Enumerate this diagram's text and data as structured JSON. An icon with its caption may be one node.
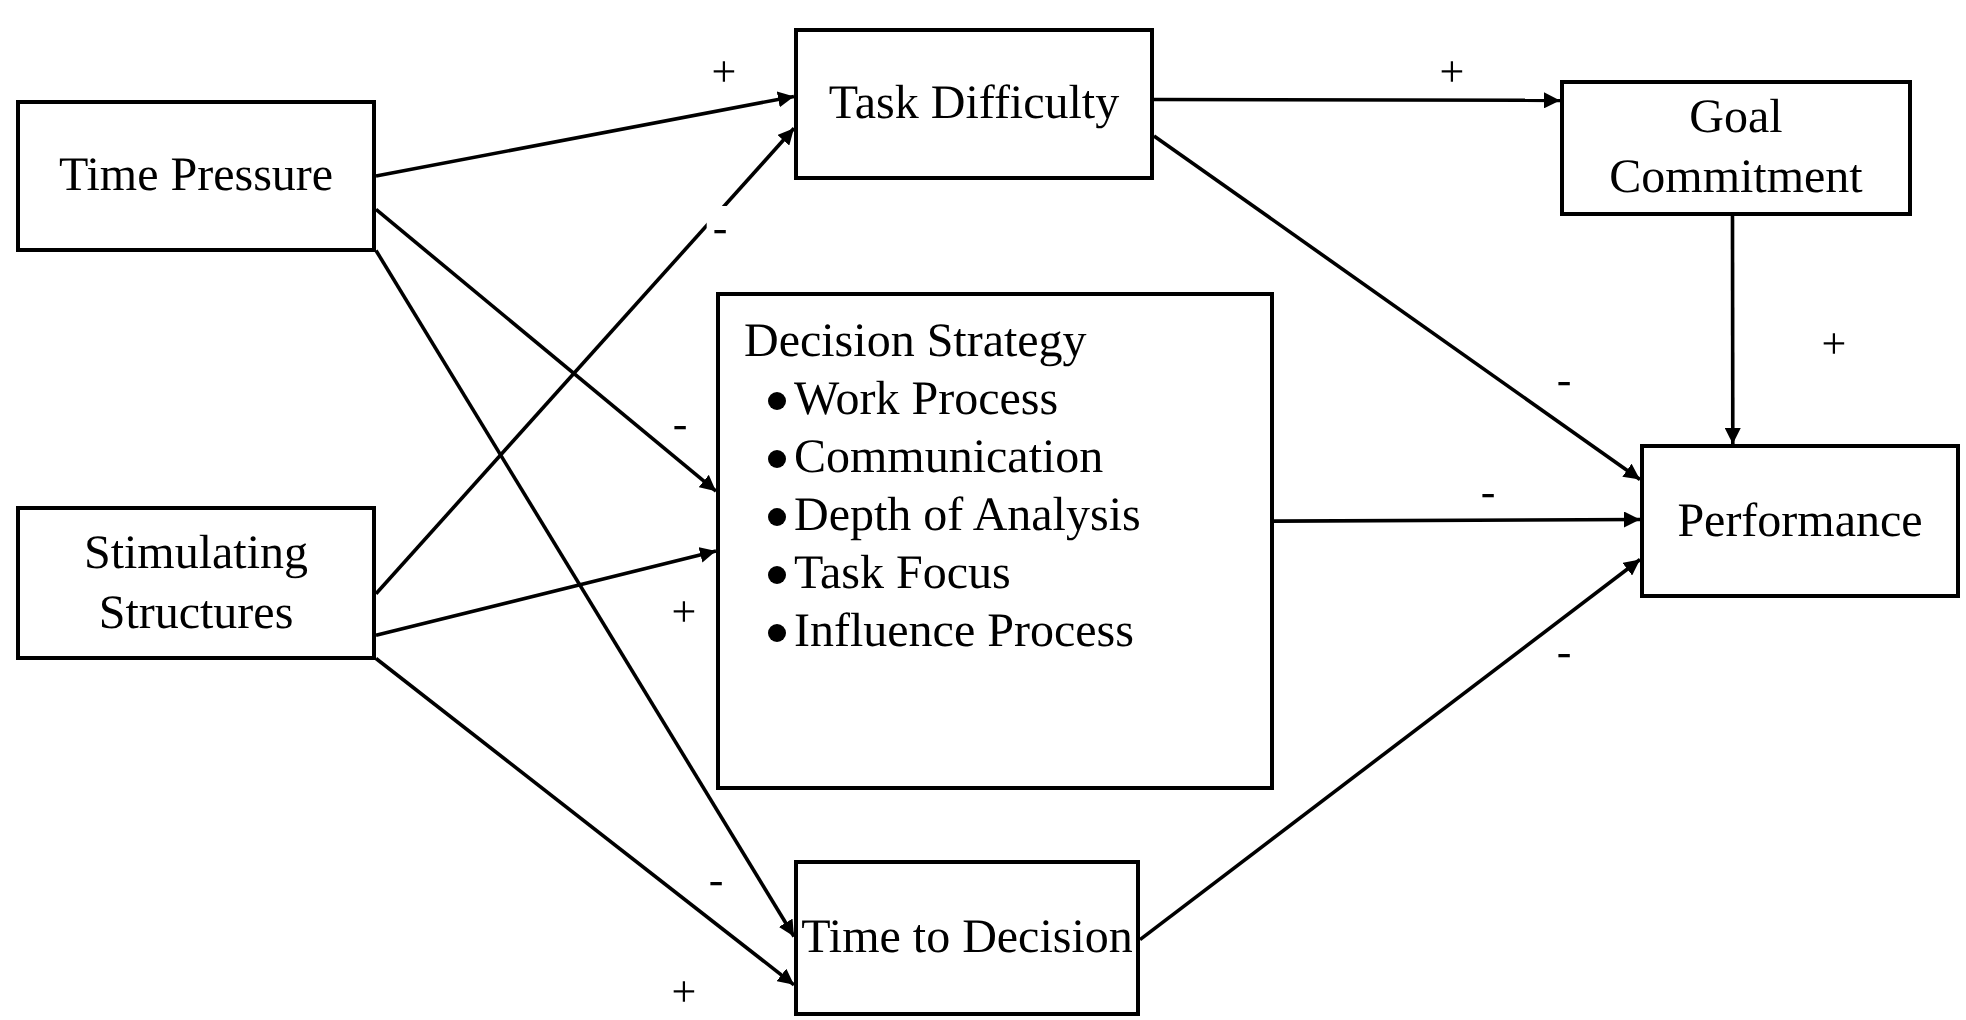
{
  "diagram": {
    "nodes": [
      {
        "text": [
          "Time Pressure"
        ]
      },
      {
        "text": [
          "Stimulating Structures"
        ]
      },
      {
        "text": [
          "Task Difficulty"
        ]
      },
      {
        "text": [
          "Decision Strategy",
          "Work Process",
          "Communication",
          "Depth of Analysis",
          "Task Focus",
          "Influence Process"
        ]
      },
      {
        "text": [
          "Time to Decision"
        ]
      },
      {
        "text": [
          "Goal Commitment"
        ]
      },
      {
        "text": [
          "Performance"
        ]
      }
    ],
    "edges": [
      {
        "from": 0,
        "to": 2,
        "arrow": "to",
        "label": "+"
      },
      {
        "from": 0,
        "to": 3,
        "arrow": "to",
        "label": "-"
      },
      {
        "from": 0,
        "to": 4,
        "arrow": "to",
        "label": "-"
      },
      {
        "from": 1,
        "to": 2,
        "arrow": "to",
        "label": "-"
      },
      {
        "from": 1,
        "to": 3,
        "arrow": "to",
        "label": "+"
      },
      {
        "from": 1,
        "to": 4,
        "arrow": "to",
        "label": "+"
      },
      {
        "from": 2,
        "to": 5,
        "arrow": "to",
        "label": "+"
      },
      {
        "from": 2,
        "to": 6,
        "arrow": "to",
        "label": "-"
      },
      {
        "from": 3,
        "to": 6,
        "arrow": "to",
        "label": "-"
      },
      {
        "from": 4,
        "to": 6,
        "arrow": "to",
        "label": "-"
      },
      {
        "from": 5,
        "to": 6,
        "arrow": "to",
        "label": "+"
      }
    ]
  }
}
